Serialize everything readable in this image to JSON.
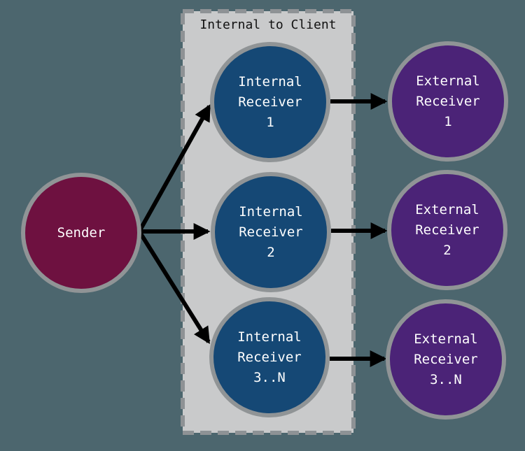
{
  "diagram": {
    "background_color": "#4C666E",
    "arrow_color": "#000000",
    "node_border_color": "#909496",
    "group_box": {
      "label": "Internal to Client",
      "fill_color": "#C9CACB",
      "border_color": "#8E9295",
      "border_style": "dashed"
    },
    "nodes": {
      "sender": {
        "label": "Sender",
        "color": "#6E1140"
      },
      "internal_receivers": [
        {
          "label": "Internal\nReceiver\n1",
          "color": "#154875"
        },
        {
          "label": "Internal\nReceiver\n2",
          "color": "#154875"
        },
        {
          "label": "Internal\nReceiver\n3..N",
          "color": "#154875"
        }
      ],
      "external_receivers": [
        {
          "label": "External\nReceiver\n1",
          "color": "#4B2377"
        },
        {
          "label": "External\nReceiver\n2",
          "color": "#4B2377"
        },
        {
          "label": "External\nReceiver\n3..N",
          "color": "#4B2377"
        }
      ]
    },
    "connections": [
      "Sender -> Internal Receiver 1",
      "Sender -> Internal Receiver 2",
      "Sender -> Internal Receiver 3..N",
      "Internal Receiver 1 -> External Receiver 1",
      "Internal Receiver 2 -> External Receiver 2",
      "Internal Receiver 3..N -> External Receiver 3..N"
    ]
  }
}
